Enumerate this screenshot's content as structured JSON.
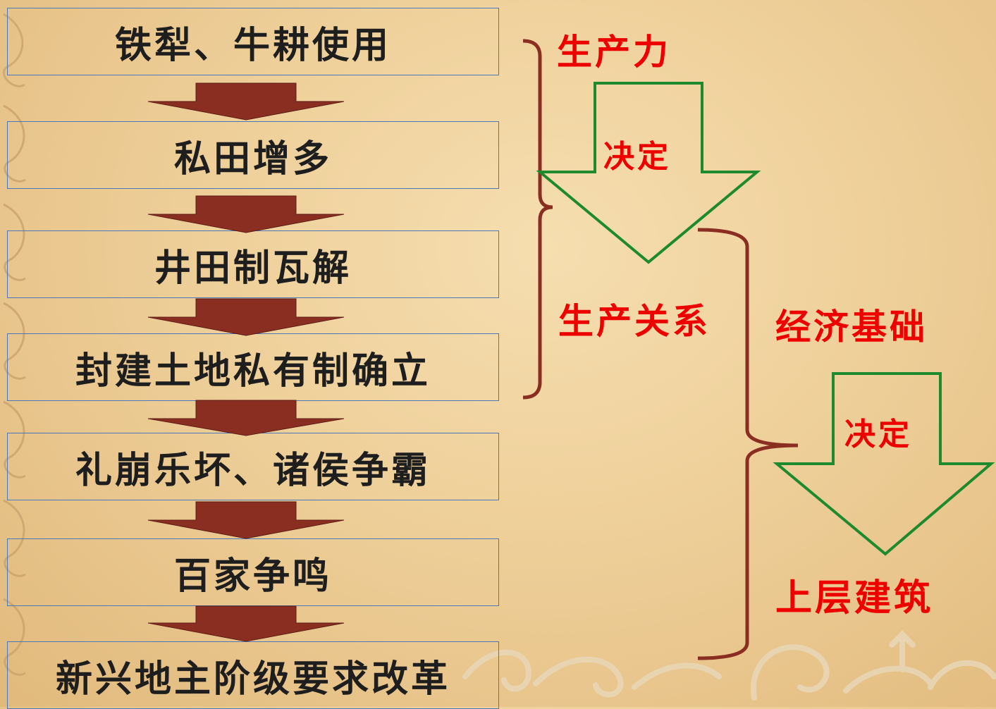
{
  "chain": [
    "铁犁、牛耕使用",
    "私田增多",
    "井田制瓦解",
    "封建土地私有制确立",
    "礼崩乐坏、诸侯争霸",
    "百家争鸣",
    "新兴地主阶级要求改革"
  ],
  "concepts": {
    "productive_forces": "生产力",
    "decide_1": "决定",
    "relations_of_production": "生产关系",
    "economic_base": "经济基础",
    "decide_2": "决定",
    "superstructure": "上层建筑"
  },
  "colors": {
    "box_border": "#4b78b8",
    "chain_arrow": "#8b2e22",
    "brace": "#8b2e22",
    "decide_arrow": "#1e8a2e",
    "label_red": "#ee0000",
    "text_dark": "#1e1e1e"
  }
}
